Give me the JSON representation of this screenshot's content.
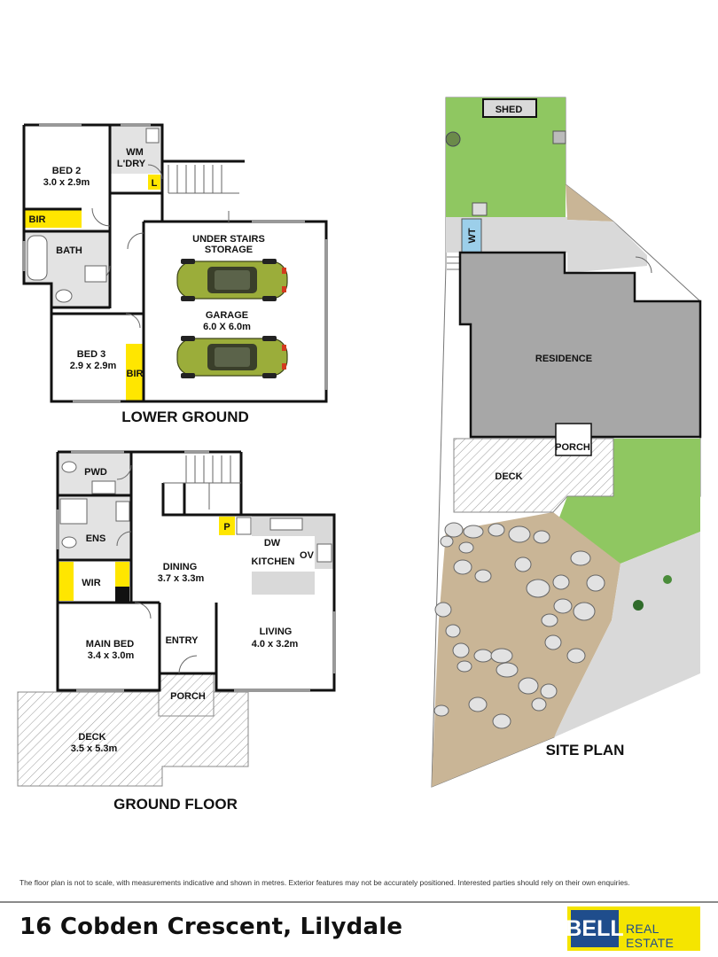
{
  "colors": {
    "wall": "#111111",
    "fill": "#ffffff",
    "floor": "#e3e3e3",
    "yellow": "#ffe600",
    "lawn": "#8fc761",
    "residence": "#a7a7a7",
    "paving": "#d9d9d9",
    "rock": "#e2e2e2",
    "garden": "#c9b596",
    "car": "#9bad3a",
    "brand_blue": "#1f4d8c",
    "brand_yellow": "#f5e500"
  },
  "lower_ground": {
    "title": "LOWER GROUND",
    "bed2_name": "BED 2",
    "bed2_size": "3.0 x 2.9m",
    "bir_a": "BIR",
    "bath": "BATH",
    "wm": "WM",
    "ldry": "L'DRY",
    "l_tag": "L",
    "storage_1": "UNDER STAIRS",
    "storage_2": "STORAGE",
    "garage_name": "GARAGE",
    "garage_size": "6.0 X 6.0m",
    "bed3_name": "BED 3",
    "bed3_size": "2.9 x 2.9m",
    "bir_b": "BIR"
  },
  "ground_floor": {
    "title": "GROUND FLOOR",
    "pwd": "PWD",
    "ens": "ENS",
    "wir": "WIR",
    "dining_name": "DINING",
    "dining_size": "3.7 x 3.3m",
    "p_tag": "P",
    "dw": "DW",
    "kitchen": "KITCHEN",
    "ov": "OV",
    "main_bed_name": "MAIN BED",
    "main_bed_size": "3.4 x 3.0m",
    "entry": "ENTRY",
    "living_name": "LIVING",
    "living_size": "4.0 x 3.2m",
    "porch": "PORCH",
    "deck_name": "DECK",
    "deck_size": "3.5 x 5.3m"
  },
  "site_plan": {
    "title": "SITE PLAN",
    "shed": "SHED",
    "wt": "WT",
    "residence": "RESIDENCE",
    "porch": "PORCH",
    "deck": "DECK"
  },
  "footer": {
    "disclaimer": "The floor plan is not to scale, with measurements indicative and shown in metres. Exterior features may not be accurately positioned. Interested parties should rely on their own enquiries.",
    "address": "16 Cobden Crescent, Lilydale",
    "logo_bell": "BELL",
    "logo_real_estate": "REAL ESTATE"
  }
}
